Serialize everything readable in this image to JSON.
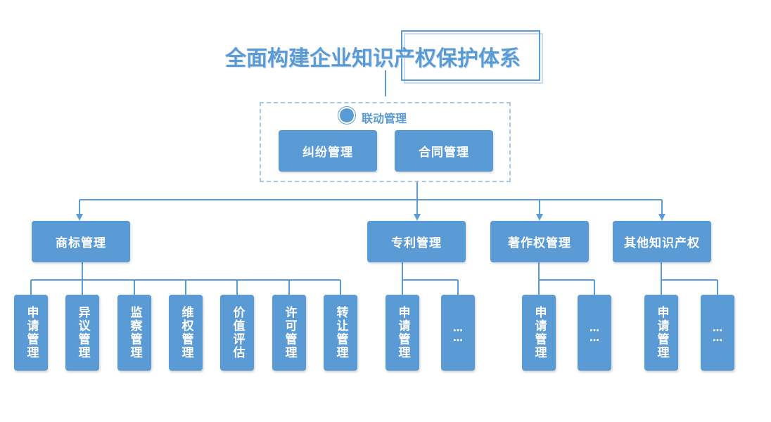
{
  "title": "全面构建企业知识产权保护体系",
  "colors": {
    "primary": "#5b9bd5",
    "light": "#a9c8e6",
    "text_on_primary": "#ffffff"
  },
  "linkage": {
    "label": "联动管理",
    "items": [
      {
        "label": "纠纷管理"
      },
      {
        "label": "合同管理"
      }
    ]
  },
  "categories": [
    {
      "label": "商标管理",
      "children": [
        "申请管理",
        "异议管理",
        "监察管理",
        "维权管理",
        "价值评估",
        "许可管理",
        "转让管理"
      ]
    },
    {
      "label": "专利管理",
      "children": [
        "申请管理",
        "……"
      ]
    },
    {
      "label": "著作权管理",
      "children": [
        "申请管理",
        "……"
      ]
    },
    {
      "label": "其他知识产权",
      "children": [
        "申请管理",
        "……"
      ]
    }
  ]
}
